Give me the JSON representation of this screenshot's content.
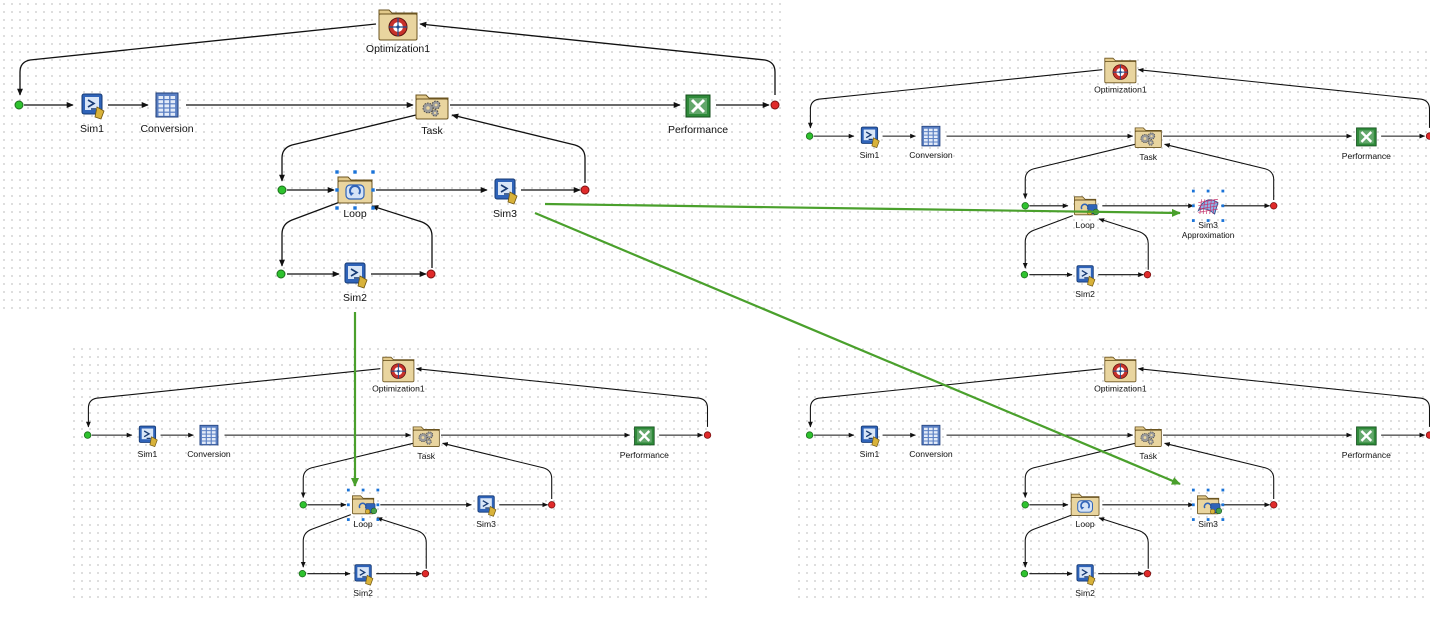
{
  "diagrams": [
    {
      "id": "main",
      "labels": {
        "optimization": "Optimization1",
        "sim1": "Sim1",
        "conversion": "Conversion",
        "task": "Task",
        "performance": "Performance",
        "loop": "Loop",
        "sim3": "Sim3",
        "sim2": "Sim2"
      }
    },
    {
      "id": "top-right",
      "labels": {
        "optimization": "Optimization1",
        "sim1": "Sim1",
        "conversion": "Conversion",
        "task": "Task",
        "performance": "Performance",
        "loop": "Loop",
        "sim3": "Sim3",
        "sim3_sub": "Approximation",
        "sim2": "Sim2"
      }
    },
    {
      "id": "bottom-left",
      "labels": {
        "optimization": "Optimization1",
        "sim1": "Sim1",
        "conversion": "Conversion",
        "task": "Task",
        "performance": "Performance",
        "loop": "Loop",
        "sim3": "Sim3",
        "sim2": "Sim2"
      }
    },
    {
      "id": "bottom-right",
      "labels": {
        "optimization": "Optimization1",
        "sim1": "Sim1",
        "conversion": "Conversion",
        "task": "Task",
        "performance": "Performance",
        "loop": "Loop",
        "sim3": "Sim3",
        "sim2": "Sim2"
      }
    }
  ],
  "colors": {
    "transition_arrow": "#4aa02c",
    "start_node": "#2ec22e",
    "end_node": "#e02a2a",
    "selection": "#1a73d8"
  },
  "icons": {
    "optimization": "target-icon",
    "sim": "simulation-icon",
    "conversion": "table-icon",
    "task": "gear-folder-icon",
    "performance": "excel-icon",
    "loop": "loop-icon",
    "approximation": "surface-icon"
  }
}
